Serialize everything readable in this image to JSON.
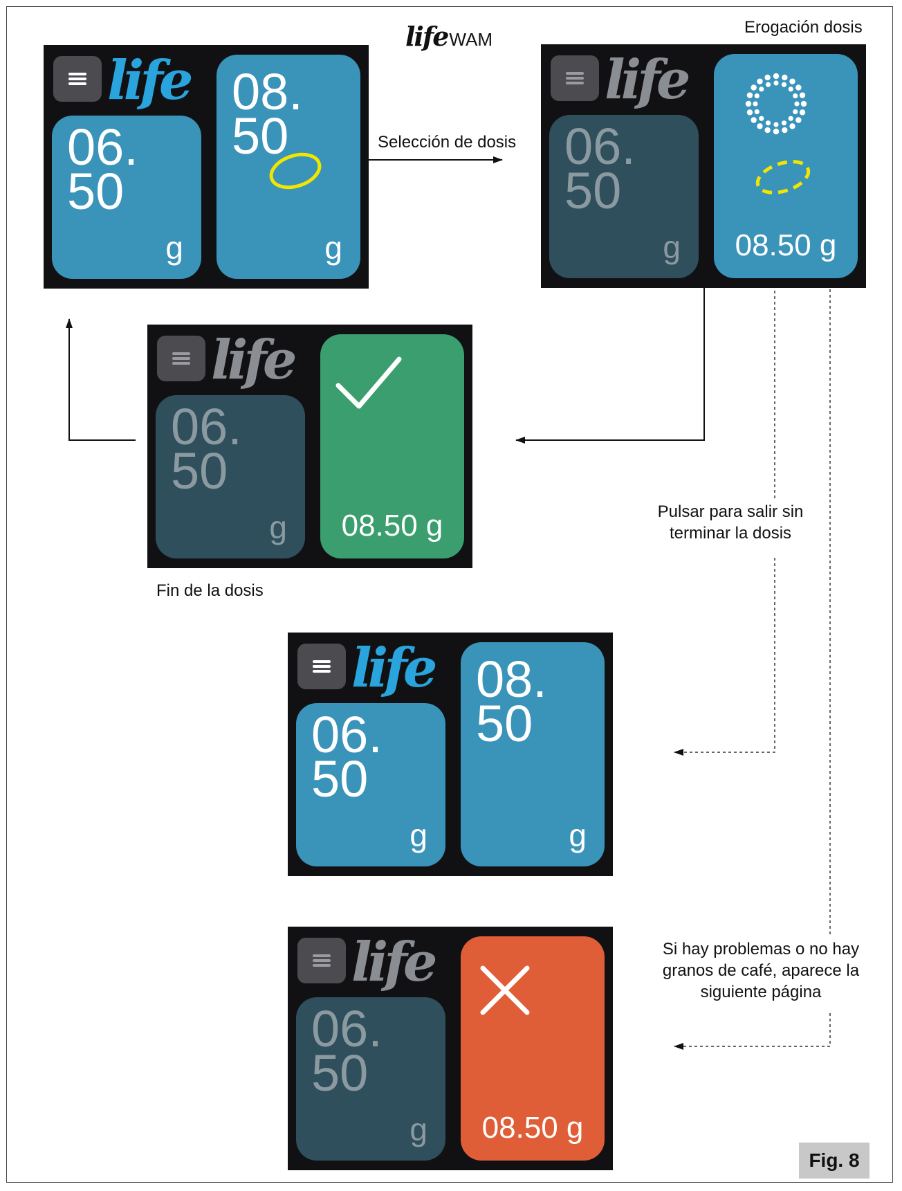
{
  "logo": {
    "script": "life",
    "text": "WAM"
  },
  "labels": {
    "top_right": "Erogación dosis",
    "arrow_select": "Selección de dosis",
    "end_label": "Fin de la dosis",
    "exit_label_line1": "Pulsar para salir sin",
    "exit_label_line2": "terminar la dosis",
    "error_label_line1": "Si hay problemas o no hay",
    "error_label_line2": "granos de café, aparece la",
    "error_label_line3": "siguiente página"
  },
  "screens": {
    "select": {
      "brand": "life",
      "left_value": "06.\n50",
      "left_unit": "g",
      "right_value": "08.\n50",
      "right_unit": "g"
    },
    "dispensing": {
      "brand": "life",
      "left_value": "06.\n50",
      "left_unit": "g",
      "right_dose": "08.50 g"
    },
    "done": {
      "brand": "life",
      "left_value": "06.\n50",
      "left_unit": "g",
      "right_dose": "08.50 g"
    },
    "return": {
      "brand": "life",
      "left_value": "06.\n50",
      "left_unit": "g",
      "right_value": "08.\n50",
      "right_unit": "g"
    },
    "error": {
      "brand": "life",
      "left_value": "06.\n50",
      "left_unit": "g",
      "right_dose": "08.50 g"
    }
  },
  "icons": {
    "menu": "menu-icon",
    "progress": "progress-ring-icon",
    "done": "checkmark-icon",
    "error": "cross-icon",
    "touch": "touch-target-icon"
  },
  "colors": {
    "tile_active": "#3a93b9",
    "tile_dim": "#2f4f5c",
    "success": "#3a9e6e",
    "error": "#df5e38",
    "touch_marker": "#f2e600",
    "brand": "#2aa4dc"
  },
  "figure_label": "Fig. 8"
}
